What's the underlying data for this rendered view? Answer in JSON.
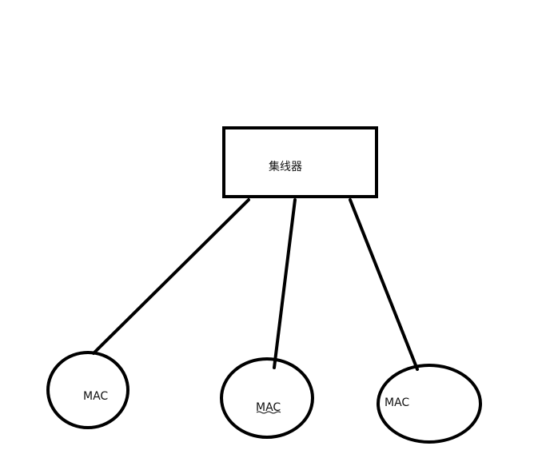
{
  "diagram": {
    "hub": {
      "label": "集线器"
    },
    "nodes": [
      {
        "label": "MAC"
      },
      {
        "label": "MAC"
      },
      {
        "label": "MAC"
      }
    ],
    "colors": {
      "stroke": "#000000",
      "background": "#ffffff",
      "text": "#111111"
    }
  }
}
